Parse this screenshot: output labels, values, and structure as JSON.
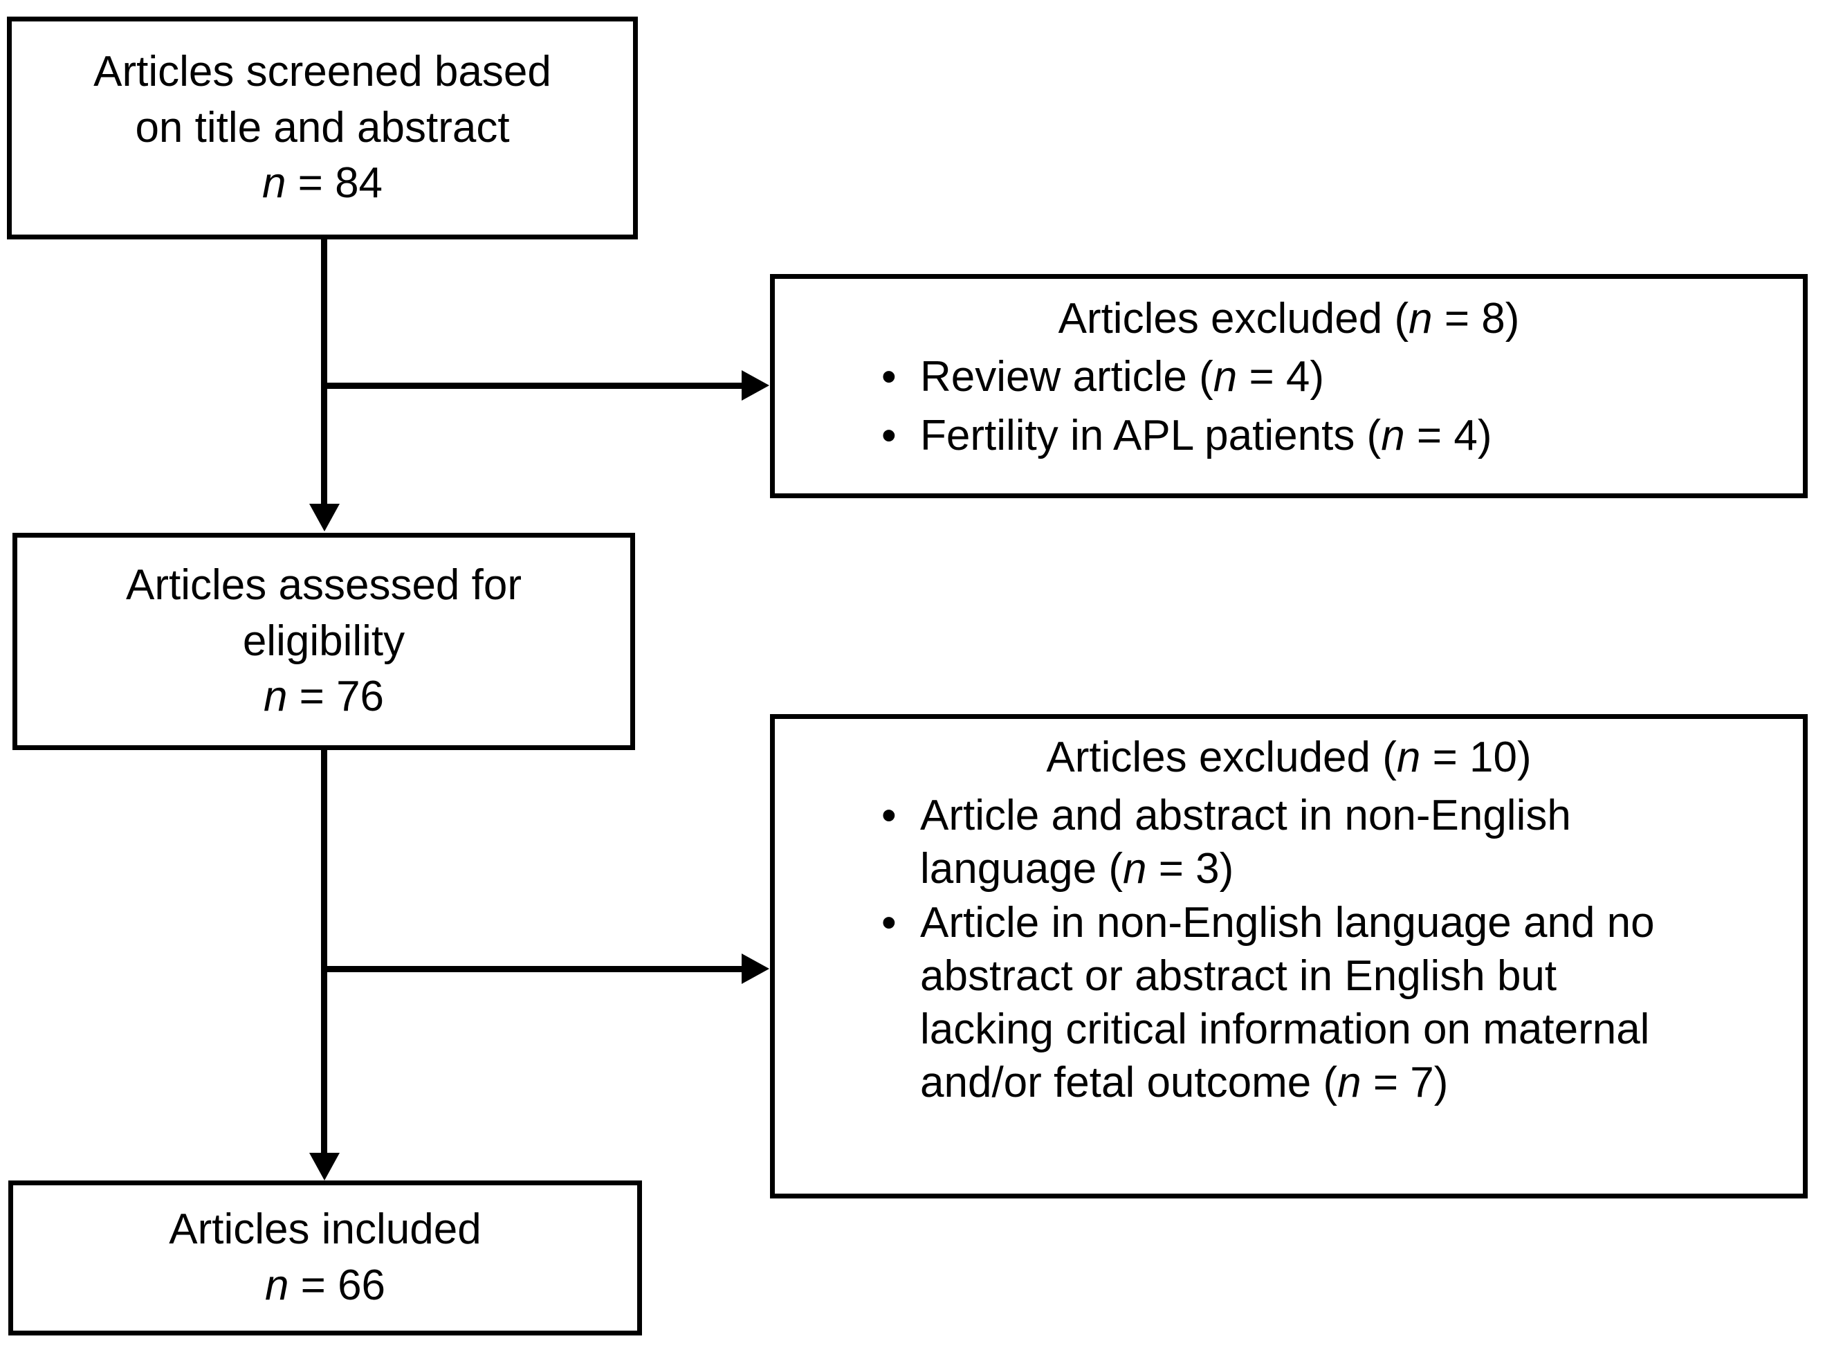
{
  "diagram": {
    "type": "prisma-flow-diagram",
    "boxes": {
      "screened": {
        "line1": "Articles screened based",
        "line2": "on title and abstract",
        "n_prefix": "n",
        "n_value": " = 84"
      },
      "assessed": {
        "line1": "Articles assessed for",
        "line2": "eligibility",
        "n_prefix": "n",
        "n_value": " = 76"
      },
      "included": {
        "line1": "Articles included",
        "n_prefix": "n",
        "n_value": " = 66"
      },
      "excluded_1": {
        "title_pre": "Articles excluded (",
        "title_n": "n",
        "title_post": " = 8)",
        "bullets": [
          {
            "text_pre": "Review article (",
            "text_n": "n",
            "text_post": " = 4)"
          },
          {
            "text_pre": "Fertility in APL patients (",
            "text_n": "n",
            "text_post": " = 4)"
          }
        ],
        "bullet_glyph": "•"
      },
      "excluded_2": {
        "title_pre": "Articles excluded (",
        "title_n": "n",
        "title_post": " = 10)",
        "bullets": [
          {
            "line1": "Article and abstract in non-English",
            "line2_pre": "language (",
            "line2_n": "n",
            "line2_post": " = 3)"
          },
          {
            "line1": "Article in non-English language and no",
            "line2": "abstract or abstract in English but",
            "line3": "lacking critical information on maternal",
            "line4_pre": "and/or fetal outcome (",
            "line4_n": "n",
            "line4_post": " = 7)"
          }
        ],
        "bullet_glyph": "•"
      }
    },
    "connectors": [
      {
        "name": "screened-to-assessed",
        "kind": "vertical-arrow"
      },
      {
        "name": "screened-to-excluded-1",
        "kind": "horizontal-arrow"
      },
      {
        "name": "assessed-to-included",
        "kind": "vertical-arrow"
      },
      {
        "name": "assessed-to-excluded-2",
        "kind": "horizontal-arrow"
      }
    ],
    "colors": {
      "stroke": "#000000",
      "background": "#ffffff",
      "text": "#000000"
    }
  }
}
